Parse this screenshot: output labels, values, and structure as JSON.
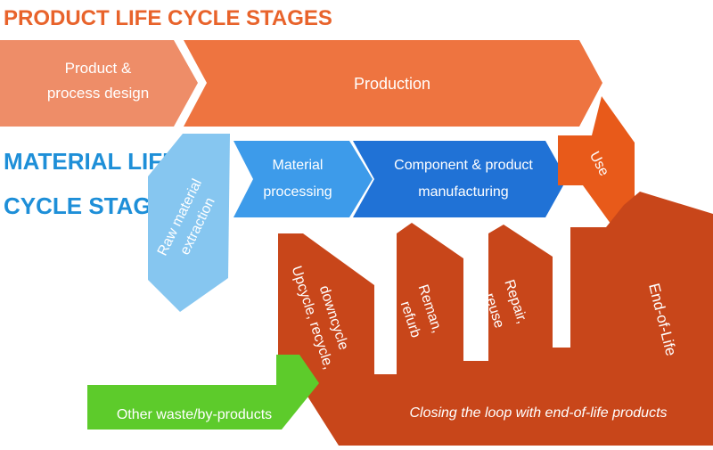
{
  "headings": {
    "product_line1": "PRODUCT LIFE CYCLE STAGES",
    "material_line1": "MATERIAL LIFE",
    "material_line2": "CYCLE STAGES"
  },
  "product_stages": {
    "design_line1": "Product &",
    "design_line2": "process design",
    "production": "Production"
  },
  "material_stages": {
    "raw_line1": "Raw material",
    "raw_line2": "extraction",
    "processing_line1": "Material",
    "processing_line2": "processing",
    "manufacturing_line1": "Component & product",
    "manufacturing_line2": "manufacturing",
    "use": "Use"
  },
  "end_of_life": {
    "label": "End-of-Life",
    "upcycle_line1": "Upcycle, recycle,",
    "upcycle_line2": "downcycle",
    "reman_line1": "Reman,",
    "reman_line2": "refurb",
    "repair_line1": "Repair,",
    "repair_line2": "reuse",
    "closing": "Closing the loop with end-of-life products",
    "waste": "Other waste/by-products"
  },
  "colors": {
    "product_heading": "#E8632B",
    "material_heading": "#1E8FD8",
    "design": "#EE8D68",
    "production": "#EE7440",
    "raw": "#86C6F0",
    "processing": "#3D9BEA",
    "manufacturing": "#2072D6",
    "use": "#E85A1A",
    "end_of_life": "#C8461A",
    "waste": "#5DCB2B"
  }
}
